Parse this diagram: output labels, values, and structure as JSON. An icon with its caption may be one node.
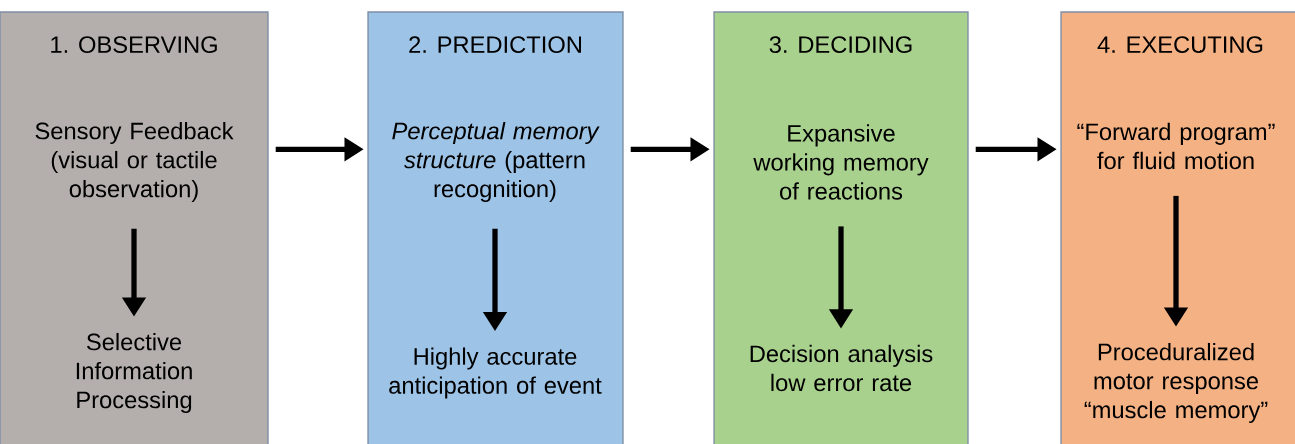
{
  "diagram": {
    "nodes": [
      {
        "text": [
          "1. OBSERVING"
        ]
      },
      {
        "text": [
          "Sensory Feedback (visual or tactile observation)"
        ],
        "in": 0
      },
      {
        "text": [
          "Selective Information Processing"
        ],
        "in": 0
      },
      {
        "text": [
          "2. PREDICTION"
        ]
      },
      {
        "text": [
          "*Perceptual memory structure* (pattern recognition)"
        ],
        "in": 3
      },
      {
        "text": [
          "Highly accurate anticipation of event"
        ],
        "in": 3
      },
      {
        "text": [
          "3. DECIDING"
        ]
      },
      {
        "text": [
          "Expansive working memory of reactions"
        ],
        "in": 6
      },
      {
        "text": [
          "Decision analysis low error rate"
        ],
        "in": 6
      },
      {
        "text": [
          "4. EXECUTING"
        ]
      },
      {
        "text": [
          "“Forward program” for fluid motion"
        ],
        "in": 9
      },
      {
        "text": [
          "Proceduralized motor response “muscle memory”"
        ],
        "in": 9
      }
    ],
    "edges": [
      {
        "from": 1,
        "to": 2,
        "arrow": "to"
      },
      {
        "from": 0,
        "to": 3,
        "arrow": "to"
      },
      {
        "from": 4,
        "to": 5,
        "arrow": "to"
      },
      {
        "from": 3,
        "to": 6,
        "arrow": "to"
      },
      {
        "from": 7,
        "to": 8,
        "arrow": "to"
      },
      {
        "from": 6,
        "to": 9,
        "arrow": "to"
      },
      {
        "from": 10,
        "to": 11,
        "arrow": "to"
      }
    ]
  }
}
